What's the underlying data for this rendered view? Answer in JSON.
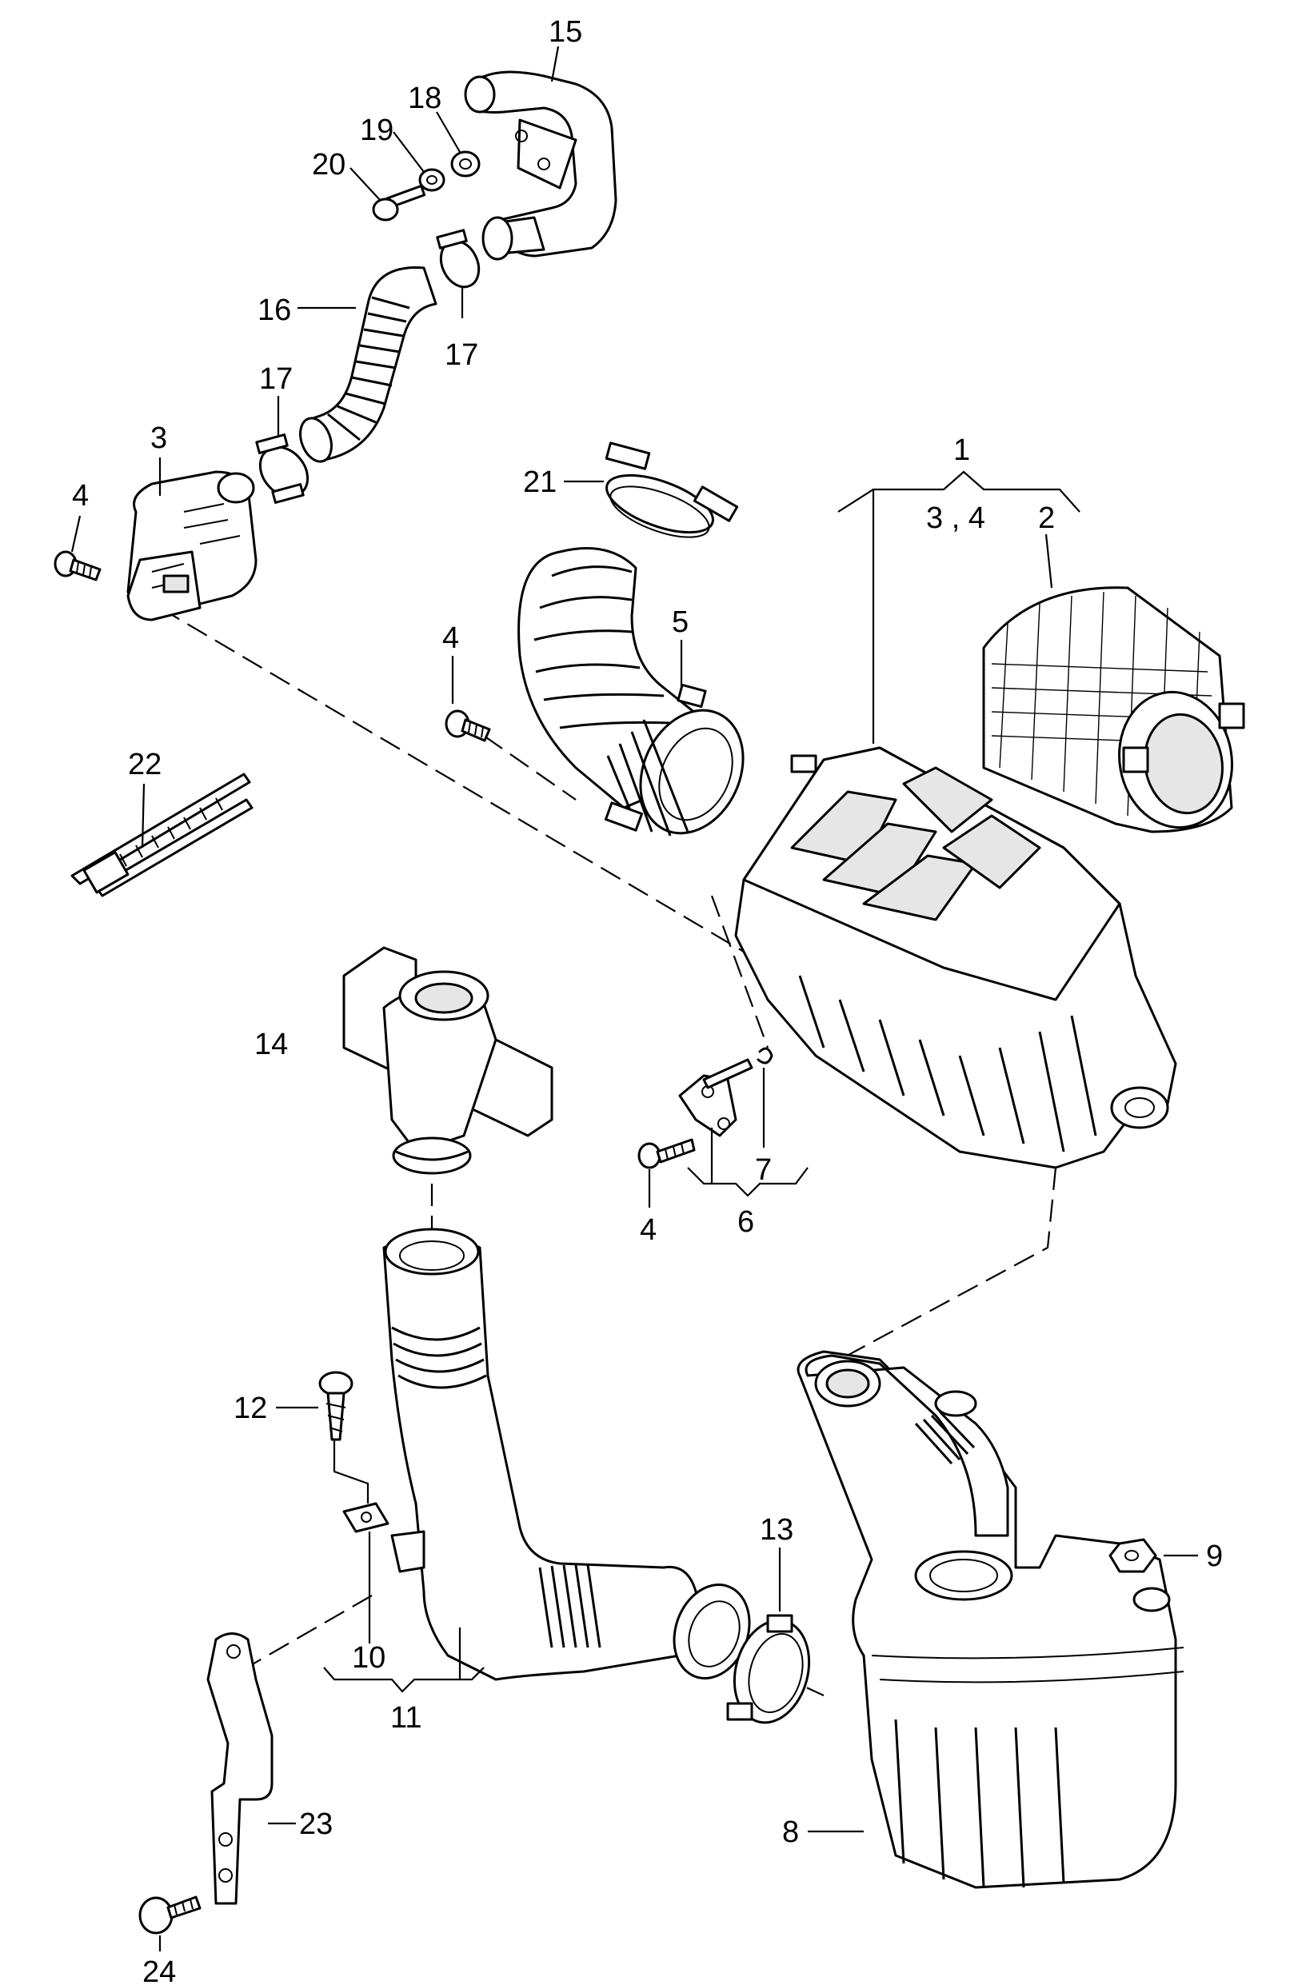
{
  "callouts": {
    "c1": "1",
    "c2": "2",
    "c3_4": "3 , 4",
    "c3": "3",
    "c4a": "4",
    "c4b": "4",
    "c4c": "4",
    "c5": "5",
    "c6": "6",
    "c7": "7",
    "c8": "8",
    "c9": "9",
    "c10": "10",
    "c11": "11",
    "c12": "12",
    "c13": "13",
    "c14": "14",
    "c15": "15",
    "c16": "16",
    "c17a": "17",
    "c17b": "17",
    "c18": "18",
    "c19": "19",
    "c20": "20",
    "c21": "21",
    "c22": "22",
    "c23": "23",
    "c24": "24"
  }
}
